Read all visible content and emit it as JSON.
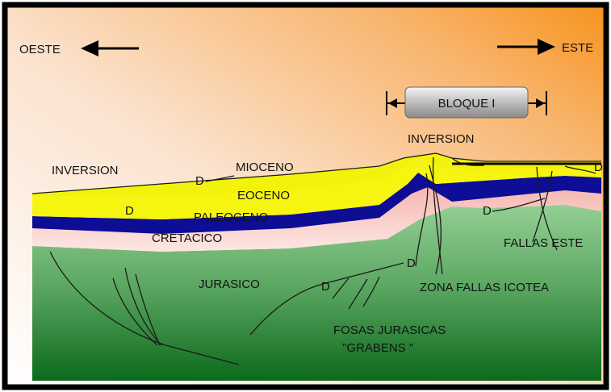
{
  "directions": {
    "west": "OESTE",
    "east": "ESTE"
  },
  "block": {
    "label": "BLOQUE I"
  },
  "labels": {
    "inversion_top": "INVERSION",
    "inversion_left": "INVERSION",
    "mioceno": "MIOCENO",
    "eoceno": "EOCENO",
    "paleoceno": "PALEOCENO",
    "cretacico": "CRETACICO",
    "jurasico": "JURASICO",
    "fallas_este": "FALLAS ESTE",
    "zona_fallas": "ZONA FALLAS ICOTEA",
    "fosas_line1": "FOSAS JURASICAS",
    "fosas_line2": "\"GRABENS \""
  },
  "fault_marker": "D",
  "colors": {
    "mioceno": "#f2f20a",
    "eoceno": "#f5f50f",
    "paleoceno": "#0d0d96",
    "cretacico": "#f7c7c0",
    "jurasico_top": "#8fcc8f",
    "jurasico_bottom": "#0e6a1e",
    "sky_left": "#fdf4ea",
    "sky_right": "#f7931e"
  }
}
